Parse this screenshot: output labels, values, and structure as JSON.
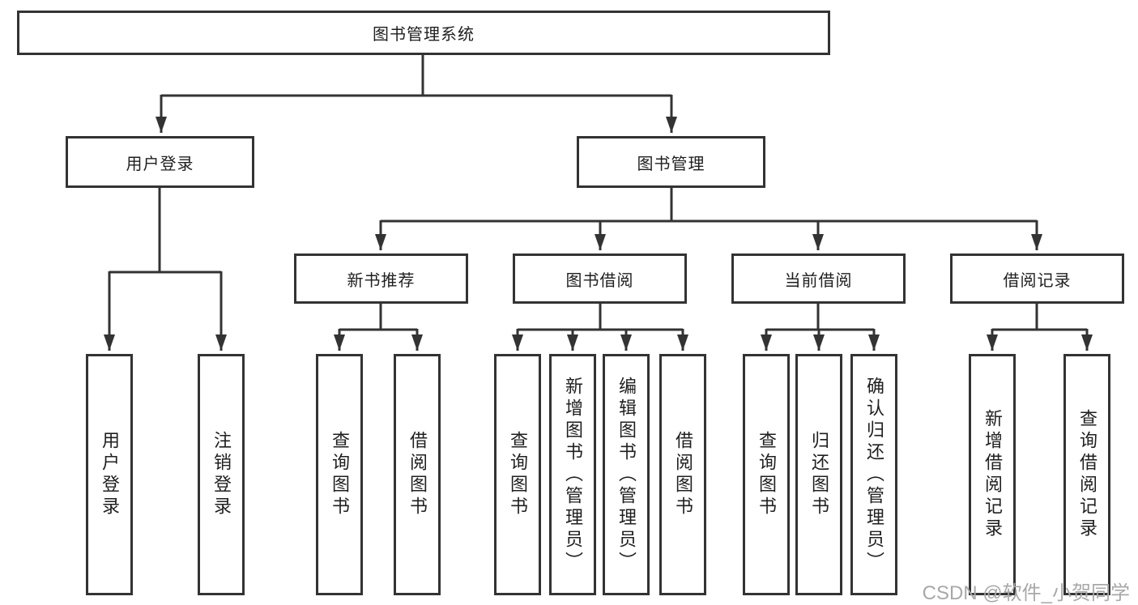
{
  "diagram_type": "hierarchy-tree",
  "colors": {
    "background": "#ffffff",
    "line": "#333333",
    "box_border": "#333333",
    "box_fill": "#ffffff",
    "text": "#1f1f1f",
    "watermark": "#a8a8a8"
  },
  "tree": {
    "label": "图书管理系统",
    "children": [
      {
        "label": "用户登录",
        "children": [
          {
            "label": "用户登录"
          },
          {
            "label": "注销登录"
          }
        ]
      },
      {
        "label": "图书管理",
        "children": [
          {
            "label": "新书推荐",
            "children": [
              {
                "label": "查询图书"
              },
              {
                "label": "借阅图书"
              }
            ]
          },
          {
            "label": "图书借阅",
            "children": [
              {
                "label": "查询图书"
              },
              {
                "label": "新增图书（管理员）"
              },
              {
                "label": "编辑图书（管理员）"
              },
              {
                "label": "借阅图书"
              }
            ]
          },
          {
            "label": "当前借阅",
            "children": [
              {
                "label": "查询图书"
              },
              {
                "label": "归还图书"
              },
              {
                "label": "确认归还（管理员）"
              }
            ]
          },
          {
            "label": "借阅记录",
            "children": [
              {
                "label": "新增借阅记录"
              },
              {
                "label": "查询借阅记录"
              }
            ]
          }
        ]
      }
    ]
  },
  "watermark": {
    "text": "CSDN @软件_小贺同学"
  }
}
